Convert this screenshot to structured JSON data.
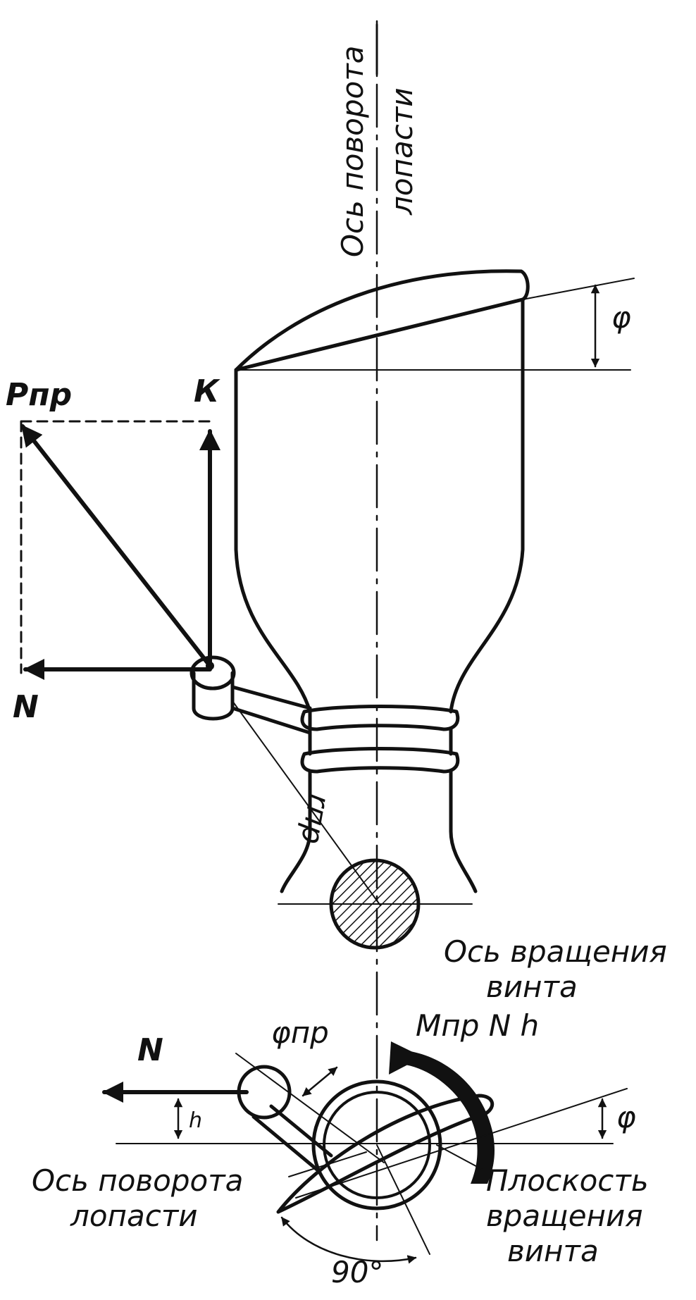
{
  "labels": {
    "top_axis_line1": "Ось поворота",
    "top_axis_line2": "лопасти",
    "phi_top": "φ",
    "p_pr": "Рпр",
    "k": "К",
    "n_upper": "N",
    "r_pr": "rпр",
    "rotation_axis_line1": "Ось вращения",
    "rotation_axis_line2": "винта",
    "n_lower": "N",
    "phi_pr": "φпр",
    "moment": "Мпр  N  h",
    "phi_bottom": "φ",
    "h_small": "h",
    "bottom_axis_line1": "Ось поворота",
    "bottom_axis_line2": "лопасти",
    "plane_line1": "Плоскость",
    "plane_line2": "вращения",
    "plane_line3": "винта",
    "angle_90": "90°"
  }
}
